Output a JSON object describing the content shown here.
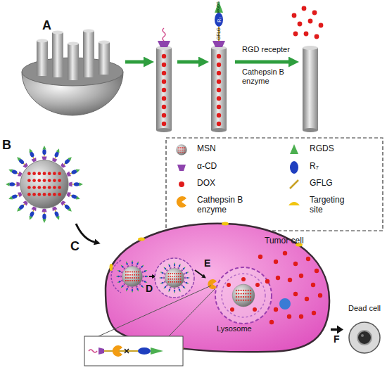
{
  "diagram": {
    "nodes": [
      {
        "text": [
          "Tumor cell"
        ]
      },
      {
        "text": [
          "Lysosome"
        ],
        "in": 0
      },
      {
        "text": [
          "Dead cell"
        ]
      }
    ],
    "edges": [
      {
        "from": 0,
        "to": 2,
        "arrow": "to"
      }
    ],
    "labels": [
      "A",
      "RGDS",
      "R₇",
      "GFLG",
      "RGD recepter",
      "Cathepsin B enzyme",
      "B",
      "C",
      "D",
      "E",
      "F"
    ],
    "legend": [
      {
        "text": "MSN"
      },
      {
        "text": "α-CD"
      },
      {
        "text": "DOX",
        "color": "#e01b1b"
      },
      {
        "text": "Cathepsin B enzyme"
      },
      {
        "text": "RGDS"
      },
      {
        "text": "R₇"
      },
      {
        "text": "GFLG"
      },
      {
        "text": "Targeting site"
      }
    ]
  }
}
